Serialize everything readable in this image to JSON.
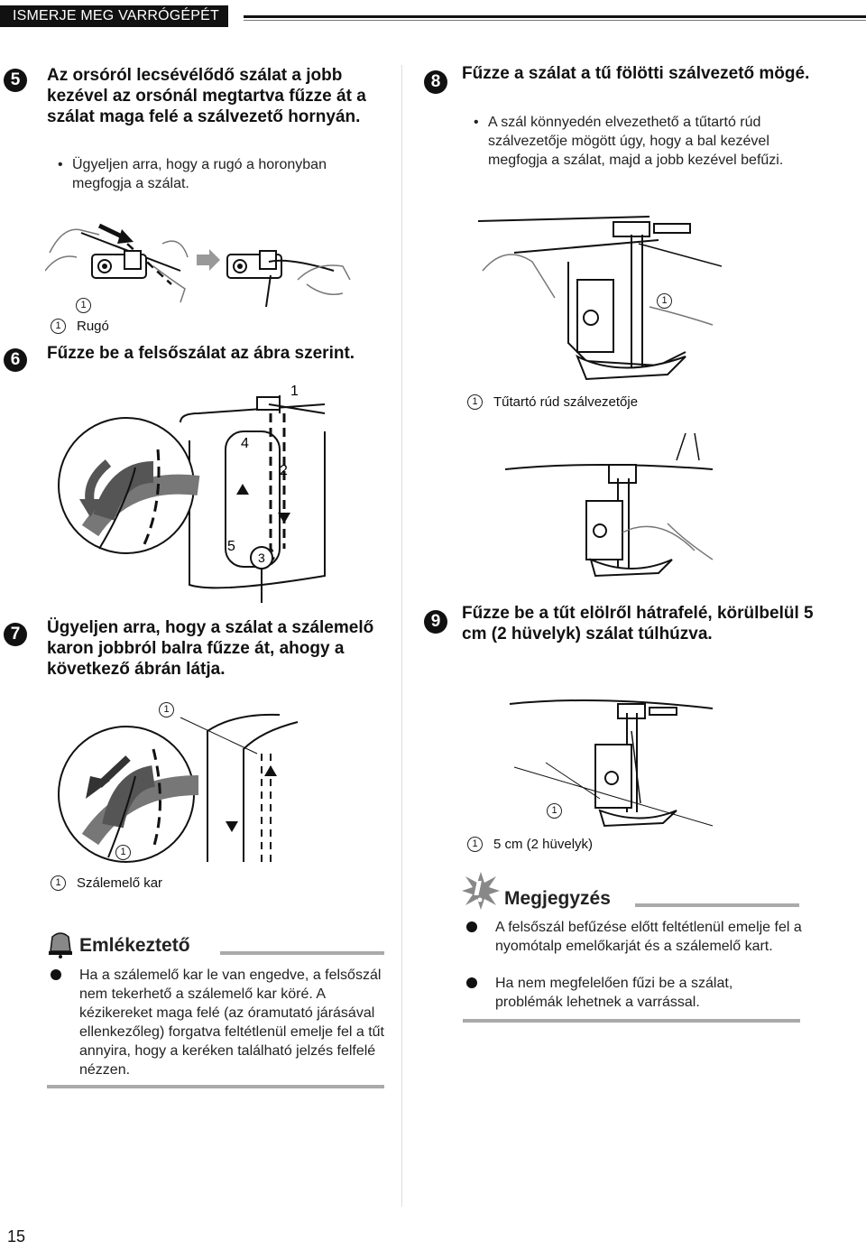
{
  "header": {
    "title": "ISMERJE MEG VARRÓGÉPÉT"
  },
  "step5": {
    "num": "5",
    "title": "Az orsóról lecsévélődő szálat a jobb kezével az orsónál megtartva fűzze át a szálat maga felé a szálvezető hornyán.",
    "bullet": "Ügyeljen arra, hogy a rugó a horonyban megfogja a szálat.",
    "callout_num": "1",
    "callout_label": "Rugó"
  },
  "step6": {
    "num": "6",
    "title": "Fűzze be a felsőszálat az ábra szerint.",
    "labels": [
      "1",
      "2",
      "3",
      "4",
      "5"
    ]
  },
  "step7": {
    "num": "7",
    "title": "Ügyeljen arra, hogy a szálat a szálemelő karon jobbról balra fűzze át, ahogy a következő ábrán látja.",
    "callout_num": "1",
    "callout_label": "Szálemelő kar"
  },
  "step8": {
    "num": "8",
    "title": "Fűzze a szálat a tű fölötti szálvezető mögé.",
    "bullet": "A szál könnyedén elvezethető a tűtartó rúd szálvezetője mögött úgy, hogy a bal kezével megfogja a szálat, majd a jobb kezével befűzi.",
    "callout_num": "1",
    "callout_label": "Tűtartó rúd szálvezetője"
  },
  "step9": {
    "num": "9",
    "title": "Fűzze be a tűt elölről hátrafelé, körülbelül 5 cm (2 hüvelyk) szálat túlhúzva.",
    "callout_num": "1",
    "callout_label": "5 cm (2 hüvelyk)"
  },
  "reminder": {
    "title": "Emlékeztető",
    "items": [
      "Ha a szálemelő kar le van engedve, a felsőszál nem tekerhető a szálemelő kar köré. A kézikereket maga felé (az óramutató járásával ellenkezőleg) forgatva feltétlenül emelje fel a tűt annyira, hogy a keréken található jelzés felfelé nézzen."
    ]
  },
  "note": {
    "title": "Megjegyzés",
    "items": [
      "A felsőszál befűzése előtt feltétlenül emelje fel a nyomótalp emelőkarját és a szálemelő kart.",
      "Ha nem megfelelően fűzi be a szálat, problémák lehetnek a varrással."
    ]
  },
  "page_number": "15"
}
